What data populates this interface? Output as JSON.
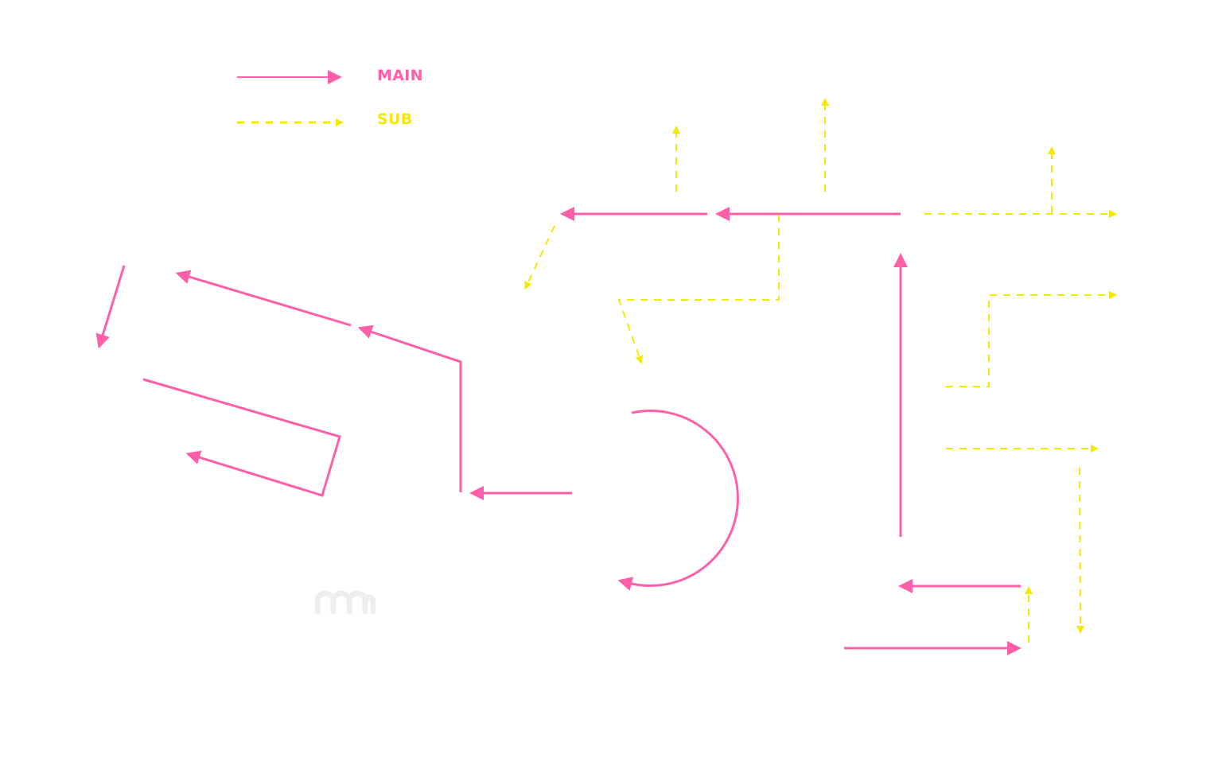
{
  "colors": {
    "main": "#ff5fa8",
    "sub": "#f5e900",
    "watermark": "#eeeeee",
    "background": "#ffffff"
  },
  "legend": {
    "main_label": "MAIN",
    "sub_label": "SUB"
  },
  "watermark_icon": "mm-logo-icon",
  "diagram": {
    "description": "Movement flow diagram with main (solid pink) and sub (dashed yellow) arrow paths",
    "main_paths_count": 11,
    "sub_paths_count": 10
  }
}
